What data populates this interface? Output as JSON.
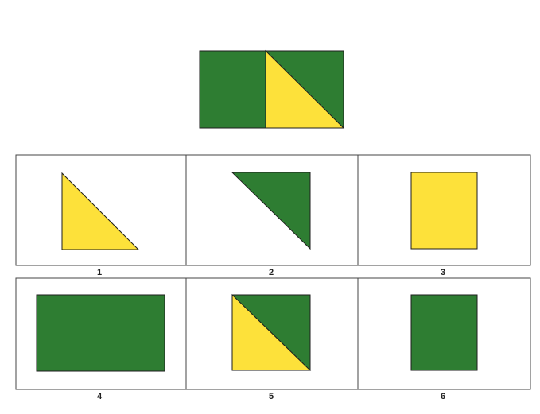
{
  "puzzle": {
    "colors": {
      "green": "#2e7d32",
      "yellow": "#fde13a",
      "outline": "#1e1e1e",
      "frame": "#444444"
    },
    "question_figure": {
      "description_key": "green-square-and-square-with-yellow-triangle",
      "left_cell": "solid-green-square",
      "right_cell": "green-square-with-yellow-lower-left-triangle"
    },
    "options": [
      {
        "label": "1",
        "shape": "yellow-right-triangle"
      },
      {
        "label": "2",
        "shape": "green-right-triangle"
      },
      {
        "label": "3",
        "shape": "yellow-rectangle"
      },
      {
        "label": "4",
        "shape": "green-wide-rectangle"
      },
      {
        "label": "5",
        "shape": "square-split-yellow-green-diagonal"
      },
      {
        "label": "6",
        "shape": "green-square"
      }
    ]
  }
}
